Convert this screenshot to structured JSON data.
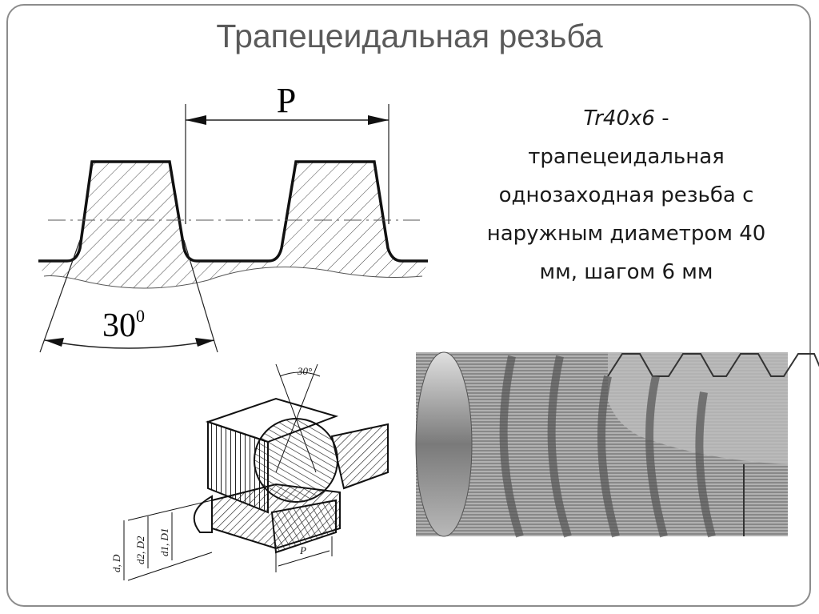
{
  "slide": {
    "title": "Трапецеидальная резьба",
    "description": {
      "code": "Tr40x6",
      "dash": " -",
      "lines": [
        "трапецеидальная",
        "однозаходная резьба с",
        "наружным диаметром 40",
        "мм, шагом 6 мм"
      ]
    }
  },
  "profile_drawing": {
    "pitch_label": "P",
    "angle_label": "30",
    "angle_sup": "0"
  },
  "iso_drawing": {
    "angle_label": "30°",
    "d_label": "d, D",
    "d2_label": "d2, D2",
    "d1_label": "d1, D1",
    "pitch_label": "P"
  }
}
